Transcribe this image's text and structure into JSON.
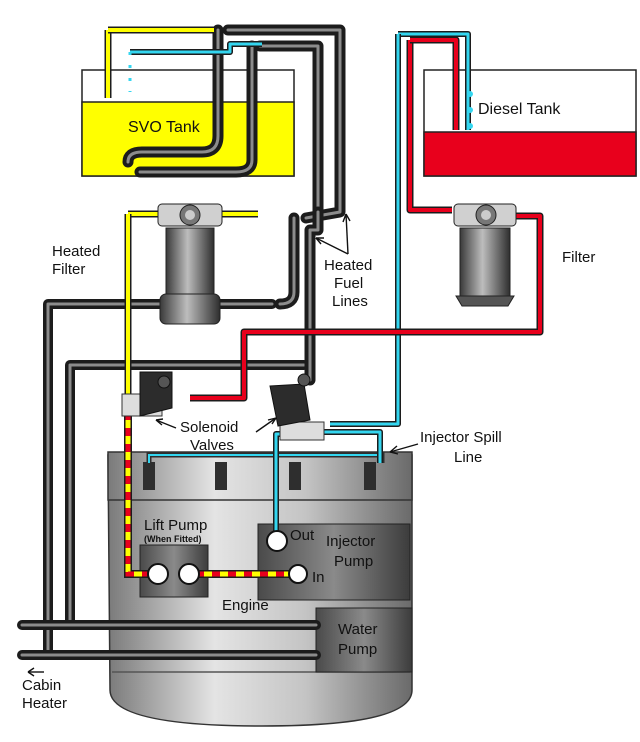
{
  "labels": {
    "svo_tank": "SVO Tank",
    "diesel_tank": "Diesel Tank",
    "heated_filter_line1": "Heated",
    "heated_filter_line2": "Filter",
    "filter": "Filter",
    "heated_fuel_lines_line1": "Heated",
    "heated_fuel_lines_line2": "Fuel",
    "heated_fuel_lines_line3": "Lines",
    "solenoid_valves_line1": "Solenoid",
    "solenoid_valves_line2": "Valves",
    "injector_spill_line_line1": "Injector Spill",
    "injector_spill_line_line2": "Line",
    "lift_pump": "Lift Pump",
    "lift_pump_note": "(When Fitted)",
    "injector_pump_line1": "Injector",
    "injector_pump_line2": "Pump",
    "out": "Out",
    "in": "In",
    "engine": "Engine",
    "water_pump_line1": "Water",
    "water_pump_line2": "Pump",
    "cabin_heater_line1": "Cabin",
    "cabin_heater_line2": "Heater"
  },
  "colors": {
    "svo_fuel": "#ffff00",
    "diesel_fuel": "#e8001c",
    "spill_return": "#33d6f0",
    "heated_line": "#2a2a2a",
    "engine_body": "#c8c8c8"
  }
}
